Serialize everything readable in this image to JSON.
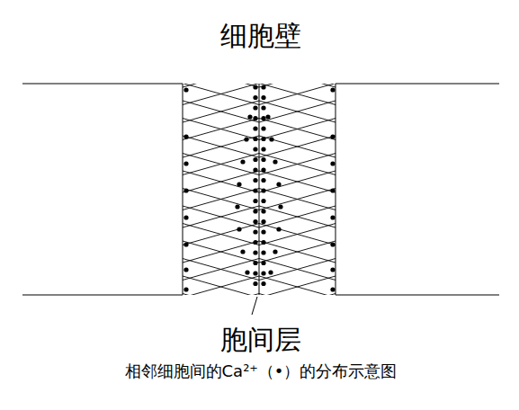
{
  "diagram": {
    "caption": "相邻细胞间的Ca²⁺（•）的分布示意图",
    "labels": [
      "细胞壁",
      "胞间层"
    ]
  }
}
